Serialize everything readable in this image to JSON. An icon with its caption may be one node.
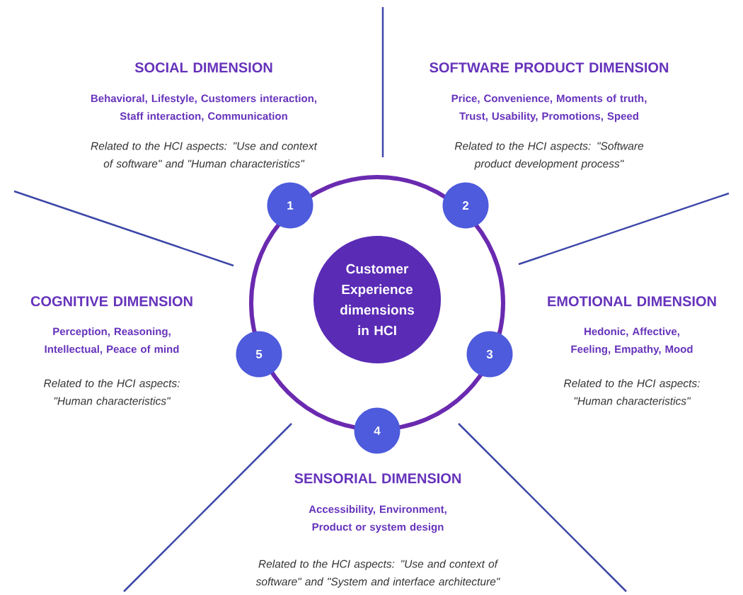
{
  "diagram": {
    "nodes": [
      {
        "text": [
          "Customer Experience dimensions in HCI"
        ]
      },
      {
        "text": [
          "1"
        ]
      },
      {
        "text": [
          "2"
        ]
      },
      {
        "text": [
          "3"
        ]
      },
      {
        "text": [
          "4"
        ]
      },
      {
        "text": [
          "5"
        ]
      }
    ],
    "labels": [
      "SOCIAL DIMENSION",
      "Behavioral, Lifestyle, Customers interaction, Staff interaction, Communication",
      "Related to the HCI aspects: \"Use and context of software\" and \"Human characteristics\"",
      "SOFTWARE PRODUCT DIMENSION",
      "Price, Convenience, Moments of truth, Trust, Usability, Promotions, Speed",
      "Related to the HCI aspects: \"Software product development process\"",
      "COGNITIVE DIMENSION",
      "Perception, Reasoning, Intellectual, Peace of mind",
      "Related to the HCI aspects: \"Human characteristics\"",
      "EMOTIONAL DIMENSION",
      "Hedonic, Affective, Feeling, Empathy, Mood",
      "Related to the HCI aspects: \"Human characteristics\"",
      "SENSORIAL DIMENSION",
      "Accessibility, Environment, Product or system design",
      "Related to the HCI aspects: \"Use and context of software\" and \"System and interface architecture\""
    ]
  }
}
